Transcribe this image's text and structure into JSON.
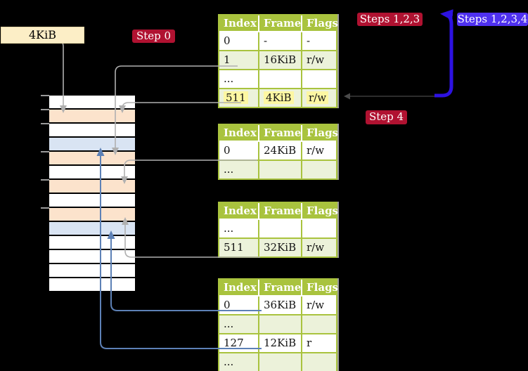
{
  "labels": {
    "frame_size": "4KiB",
    "step0": "Step 0",
    "steps123": "Steps 1,2,3",
    "steps1234": "Steps 1,2,3,4",
    "step4": "Step 4"
  },
  "tables": [
    {
      "headers": [
        "Index",
        "Frame",
        "Flags"
      ],
      "rows": [
        {
          "cells": [
            "0",
            "-",
            "-"
          ],
          "shaded": false,
          "highlight": false
        },
        {
          "cells": [
            "1",
            "16KiB",
            "r/w"
          ],
          "shaded": true,
          "highlight": false
        },
        {
          "cells": [
            "...",
            "",
            ""
          ],
          "shaded": false,
          "highlight": false
        },
        {
          "cells": [
            "511",
            "4KiB",
            "r/w"
          ],
          "shaded": true,
          "highlight": true
        }
      ]
    },
    {
      "headers": [
        "Index",
        "Frame",
        "Flags"
      ],
      "rows": [
        {
          "cells": [
            "0",
            "24KiB",
            "r/w"
          ],
          "shaded": false,
          "highlight": false
        },
        {
          "cells": [
            "...",
            "",
            ""
          ],
          "shaded": true,
          "highlight": false
        }
      ]
    },
    {
      "headers": [
        "Index",
        "Frame",
        "Flags"
      ],
      "rows": [
        {
          "cells": [
            "...",
            "",
            ""
          ],
          "shaded": false,
          "highlight": false
        },
        {
          "cells": [
            "511",
            "32KiB",
            "r/w"
          ],
          "shaded": true,
          "highlight": false
        }
      ]
    },
    {
      "headers": [
        "Index",
        "Frame",
        "Flags"
      ],
      "rows": [
        {
          "cells": [
            "0",
            "36KiB",
            "r/w"
          ],
          "shaded": false,
          "highlight": false
        },
        {
          "cells": [
            "...",
            "",
            ""
          ],
          "shaded": true,
          "highlight": false
        },
        {
          "cells": [
            "127",
            "12KiB",
            "r"
          ],
          "shaded": false,
          "highlight": false
        },
        {
          "cells": [
            "...",
            "",
            ""
          ],
          "shaded": true,
          "highlight": false
        }
      ]
    }
  ],
  "memory": {
    "row_types": [
      "free",
      "table",
      "free",
      "mapped",
      "table",
      "free",
      "table",
      "free",
      "table",
      "mapped",
      "free",
      "free",
      "free",
      "free"
    ]
  },
  "colors": {
    "frame_free": "#ffffff",
    "frame_table": "#fce3cc",
    "frame_mapped": "#d9e4f3",
    "table_green": "#a9c33e",
    "table_row_green": "#ecf2da",
    "highlight_yellow": "#fdf7a2",
    "badge_red": "#b01231",
    "badge_blue": "#4f31f0",
    "arrow_gray": "#b0b0b0",
    "arrow_steelblue": "#5d81b6",
    "arrow_violet": "#2d12e2",
    "size_label_bg": "#fceec6"
  }
}
